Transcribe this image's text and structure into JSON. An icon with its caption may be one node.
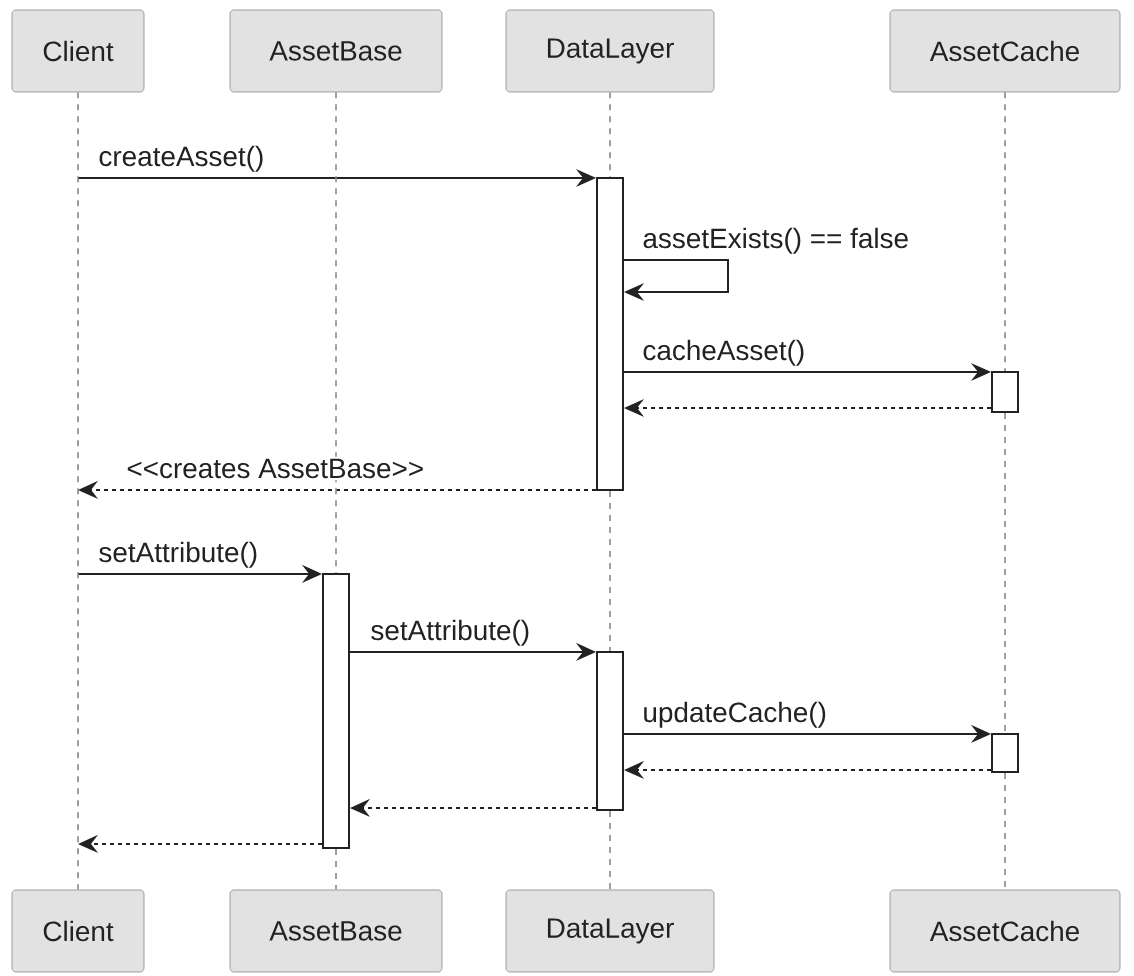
{
  "diagram": {
    "nodes": [
      {
        "text": [
          "Client"
        ]
      },
      {
        "text": [
          "AssetBase"
        ]
      },
      {
        "text": [
          "DataLayer"
        ]
      },
      {
        "text": [
          "AssetCache"
        ]
      },
      {
        "text": [
          "Client"
        ]
      },
      {
        "text": [
          "AssetBase"
        ]
      },
      {
        "text": [
          "DataLayer"
        ]
      },
      {
        "text": [
          "AssetCache"
        ]
      },
      {
        "text": [],
        "shape": "bar"
      },
      {
        "text": [],
        "shape": "bar"
      },
      {
        "text": [],
        "shape": "bar"
      },
      {
        "text": [],
        "shape": "bar"
      },
      {
        "text": [],
        "shape": "bar"
      }
    ],
    "edges": [
      {
        "from": null,
        "to": 8,
        "arrow": "to",
        "label": "createAsset()"
      },
      {
        "from": 8,
        "to": 8,
        "arrow": "to",
        "label": "assetExists() == false"
      },
      {
        "from": 8,
        "to": 9,
        "arrow": "to",
        "label": "cacheAsset()"
      },
      {
        "from": 9,
        "to": 8,
        "arrow": "to",
        "style": "dashed"
      },
      {
        "from": 8,
        "to": null,
        "arrow": "to",
        "style": "dashed",
        "label": "<<creates AssetBase>>"
      },
      {
        "from": null,
        "to": 10,
        "arrow": "to",
        "label": "setAttribute()"
      },
      {
        "from": 10,
        "to": 11,
        "arrow": "to",
        "label": "setAttribute()"
      },
      {
        "from": 11,
        "to": 12,
        "arrow": "to",
        "label": "updateCache()"
      },
      {
        "from": 12,
        "to": 11,
        "arrow": "to",
        "style": "dashed"
      },
      {
        "from": 11,
        "to": 10,
        "arrow": "to",
        "style": "dashed"
      },
      {
        "from": 10,
        "to": null,
        "arrow": "to",
        "style": "dashed"
      },
      {
        "from": 0,
        "to": 4,
        "arrow": "none",
        "style": "dashed",
        "color": "#888888"
      },
      {
        "from": 1,
        "to": 10,
        "arrow": "none",
        "style": "dashed",
        "color": "#888888"
      },
      {
        "from": 10,
        "to": 5,
        "arrow": "none",
        "style": "dashed",
        "color": "#888888"
      },
      {
        "from": 2,
        "to": 8,
        "arrow": "none",
        "style": "dashed",
        "color": "#888888"
      },
      {
        "from": 8,
        "to": 11,
        "arrow": "none",
        "style": "dashed",
        "color": "#888888"
      },
      {
        "from": 11,
        "to": 6,
        "arrow": "none",
        "style": "dashed",
        "color": "#888888"
      },
      {
        "from": 3,
        "to": 9,
        "arrow": "none",
        "style": "dashed",
        "color": "#888888"
      },
      {
        "from": 9,
        "to": 12,
        "arrow": "none",
        "style": "dashed",
        "color": "#888888"
      },
      {
        "from": 12,
        "to": 7,
        "arrow": "none",
        "style": "dashed",
        "color": "#888888"
      }
    ]
  }
}
